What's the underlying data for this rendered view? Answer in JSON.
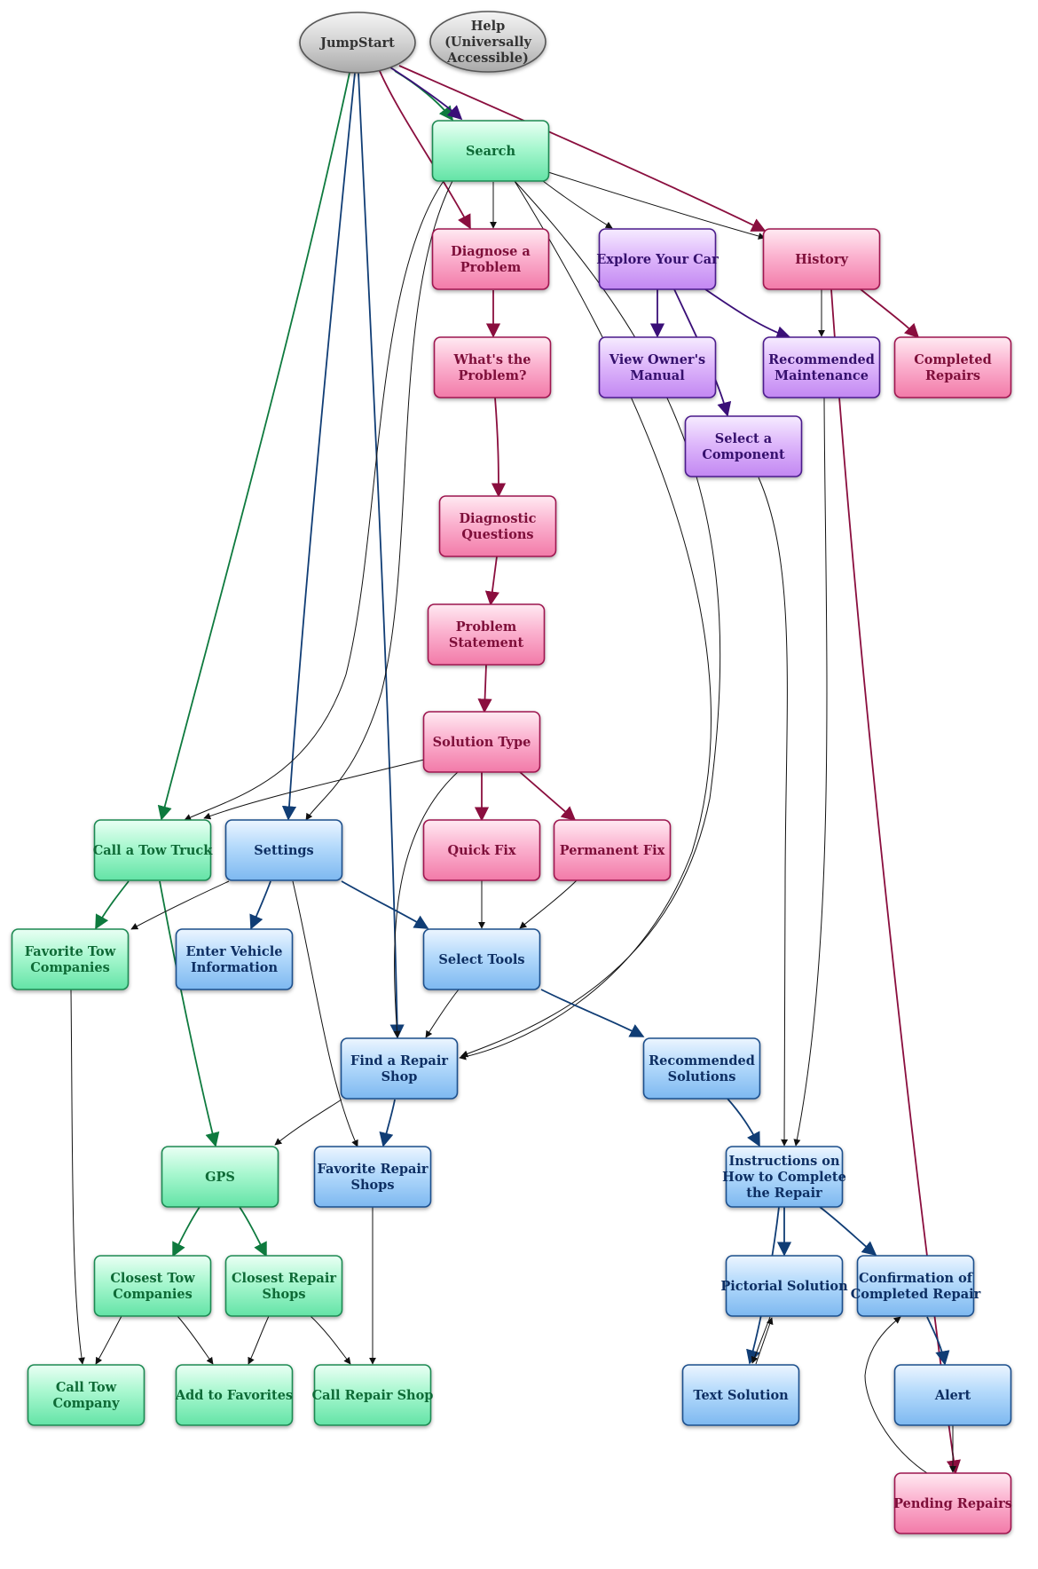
{
  "colors": {
    "green": "#0e7a3e",
    "blue": "#103d75",
    "magenta": "#8a0e3e",
    "purple": "#3a0f78",
    "black": "#111111"
  },
  "nodes": [
    {
      "id": "jumpstart",
      "lines": [
        "JumpStart"
      ],
      "style": "gray",
      "shape": "ellipse"
    },
    {
      "id": "help",
      "lines": [
        "Help",
        "(Universally",
        "Accessible)"
      ],
      "style": "gray",
      "shape": "ellipse"
    },
    {
      "id": "search",
      "lines": [
        "Search"
      ],
      "style": "green"
    },
    {
      "id": "diagnose",
      "lines": [
        "Diagnose a",
        "Problem"
      ],
      "style": "pink"
    },
    {
      "id": "explore",
      "lines": [
        "Explore Your Car"
      ],
      "style": "purple"
    },
    {
      "id": "history",
      "lines": [
        "History"
      ],
      "style": "pink"
    },
    {
      "id": "whats-problem",
      "lines": [
        "What's the",
        "Problem?"
      ],
      "style": "pink"
    },
    {
      "id": "owners-manual",
      "lines": [
        "View Owner's",
        "Manual"
      ],
      "style": "purple"
    },
    {
      "id": "recommended-maintenance",
      "lines": [
        "Recommended",
        "Maintenance"
      ],
      "style": "purple"
    },
    {
      "id": "completed-repairs",
      "lines": [
        "Completed",
        "Repairs"
      ],
      "style": "pink"
    },
    {
      "id": "select-component",
      "lines": [
        "Select a",
        "Component"
      ],
      "style": "purple"
    },
    {
      "id": "diagnostic-questions",
      "lines": [
        "Diagnostic",
        "Questions"
      ],
      "style": "pink"
    },
    {
      "id": "problem-statement",
      "lines": [
        "Problem",
        "Statement"
      ],
      "style": "pink"
    },
    {
      "id": "solution-type",
      "lines": [
        "Solution Type"
      ],
      "style": "pink"
    },
    {
      "id": "call-tow-truck",
      "lines": [
        "Call a Tow Truck"
      ],
      "style": "green"
    },
    {
      "id": "settings",
      "lines": [
        "Settings"
      ],
      "style": "blue"
    },
    {
      "id": "quick-fix",
      "lines": [
        "Quick Fix"
      ],
      "style": "pink"
    },
    {
      "id": "permanent-fix",
      "lines": [
        "Permanent Fix"
      ],
      "style": "pink"
    },
    {
      "id": "favorite-tow",
      "lines": [
        "Favorite Tow",
        "Companies"
      ],
      "style": "green"
    },
    {
      "id": "enter-vehicle",
      "lines": [
        "Enter Vehicle",
        "Information"
      ],
      "style": "blue"
    },
    {
      "id": "select-tools",
      "lines": [
        "Select Tools"
      ],
      "style": "blue"
    },
    {
      "id": "find-repair-shop",
      "lines": [
        "Find a Repair",
        "Shop"
      ],
      "style": "blue"
    },
    {
      "id": "recommended-solutions",
      "lines": [
        "Recommended",
        "Solutions"
      ],
      "style": "blue"
    },
    {
      "id": "gps",
      "lines": [
        "GPS"
      ],
      "style": "green"
    },
    {
      "id": "favorite-repair",
      "lines": [
        "Favorite Repair",
        "Shops"
      ],
      "style": "blue"
    },
    {
      "id": "instructions",
      "lines": [
        "Instructions on",
        "How to Complete",
        "the Repair"
      ],
      "style": "blue"
    },
    {
      "id": "closest-tow",
      "lines": [
        "Closest Tow",
        "Companies"
      ],
      "style": "green"
    },
    {
      "id": "closest-repair",
      "lines": [
        "Closest Repair",
        "Shops"
      ],
      "style": "green"
    },
    {
      "id": "pictorial",
      "lines": [
        "Pictorial Solution"
      ],
      "style": "blue"
    },
    {
      "id": "confirmation",
      "lines": [
        "Confirmation of",
        "Completed Repair"
      ],
      "style": "blue"
    },
    {
      "id": "call-tow-company",
      "lines": [
        "Call Tow",
        "Company"
      ],
      "style": "green"
    },
    {
      "id": "add-favorites",
      "lines": [
        "Add to Favorites"
      ],
      "style": "green"
    },
    {
      "id": "call-repair-shop",
      "lines": [
        "Call Repair Shop"
      ],
      "style": "green"
    },
    {
      "id": "text-solution",
      "lines": [
        "Text Solution"
      ],
      "style": "blue"
    },
    {
      "id": "alert",
      "lines": [
        "Alert"
      ],
      "style": "blue"
    },
    {
      "id": "pending-repairs",
      "lines": [
        "Pending Repairs"
      ],
      "style": "pink"
    }
  ],
  "edges": [
    {
      "from": "jumpstart",
      "to": "search",
      "color": "green"
    },
    {
      "from": "jumpstart",
      "to": "explore",
      "color": "purple"
    },
    {
      "from": "jumpstart",
      "to": "diagnose",
      "color": "magenta"
    },
    {
      "from": "jumpstart",
      "to": "history",
      "color": "magenta"
    },
    {
      "from": "jumpstart",
      "to": "call-tow-truck",
      "color": "green"
    },
    {
      "from": "jumpstart",
      "to": "settings",
      "color": "blue"
    },
    {
      "from": "jumpstart",
      "to": "find-repair-shop",
      "color": "blue"
    },
    {
      "from": "search",
      "to": "diagnose",
      "color": "black"
    },
    {
      "from": "search",
      "to": "explore",
      "color": "black"
    },
    {
      "from": "search",
      "to": "history",
      "color": "black"
    },
    {
      "from": "search",
      "to": "call-tow-truck",
      "color": "black"
    },
    {
      "from": "search",
      "to": "settings",
      "color": "black"
    },
    {
      "from": "search",
      "to": "find-repair-shop",
      "color": "black"
    },
    {
      "from": "search",
      "to": "find-repair-shop",
      "color": "black"
    },
    {
      "from": "diagnose",
      "to": "whats-problem",
      "color": "magenta"
    },
    {
      "from": "whats-problem",
      "to": "diagnostic-questions",
      "color": "magenta"
    },
    {
      "from": "diagnostic-questions",
      "to": "problem-statement",
      "color": "magenta"
    },
    {
      "from": "problem-statement",
      "to": "solution-type",
      "color": "magenta"
    },
    {
      "from": "solution-type",
      "to": "quick-fix",
      "color": "magenta"
    },
    {
      "from": "solution-type",
      "to": "permanent-fix",
      "color": "magenta"
    },
    {
      "from": "solution-type",
      "to": "call-tow-truck",
      "color": "black"
    },
    {
      "from": "solution-type",
      "to": "find-repair-shop",
      "color": "black"
    },
    {
      "from": "explore",
      "to": "owners-manual",
      "color": "purple"
    },
    {
      "from": "explore",
      "to": "select-component",
      "color": "purple"
    },
    {
      "from": "explore",
      "to": "recommended-maintenance",
      "color": "purple"
    },
    {
      "from": "history",
      "to": "recommended-maintenance",
      "color": "black"
    },
    {
      "from": "history",
      "to": "completed-repairs",
      "color": "magenta"
    },
    {
      "from": "history",
      "to": "pending-repairs",
      "color": "magenta"
    },
    {
      "from": "select-component",
      "to": "instructions",
      "color": "black"
    },
    {
      "from": "recommended-maintenance",
      "to": "instructions",
      "color": "black"
    },
    {
      "from": "call-tow-truck",
      "to": "favorite-tow",
      "color": "green"
    },
    {
      "from": "call-tow-truck",
      "to": "gps",
      "color": "green"
    },
    {
      "from": "settings",
      "to": "favorite-tow",
      "color": "black"
    },
    {
      "from": "settings",
      "to": "enter-vehicle",
      "color": "blue"
    },
    {
      "from": "settings",
      "to": "select-tools",
      "color": "blue"
    },
    {
      "from": "settings",
      "to": "favorite-repair",
      "color": "black"
    },
    {
      "from": "quick-fix",
      "to": "select-tools",
      "color": "black"
    },
    {
      "from": "permanent-fix",
      "to": "select-tools",
      "color": "black"
    },
    {
      "from": "select-tools",
      "to": "find-repair-shop",
      "color": "black"
    },
    {
      "from": "select-tools",
      "to": "recommended-solutions",
      "color": "blue"
    },
    {
      "from": "find-repair-shop",
      "to": "gps",
      "color": "black"
    },
    {
      "from": "find-repair-shop",
      "to": "favorite-repair",
      "color": "blue"
    },
    {
      "from": "recommended-solutions",
      "to": "instructions",
      "color": "blue"
    },
    {
      "from": "favorite-tow",
      "to": "call-tow-company",
      "color": "black"
    },
    {
      "from": "favorite-repair",
      "to": "call-repair-shop",
      "color": "black"
    },
    {
      "from": "gps",
      "to": "closest-tow",
      "color": "green"
    },
    {
      "from": "gps",
      "to": "closest-repair",
      "color": "green"
    },
    {
      "from": "closest-tow",
      "to": "call-tow-company",
      "color": "black"
    },
    {
      "from": "closest-tow",
      "to": "add-favorites",
      "color": "black"
    },
    {
      "from": "closest-repair",
      "to": "add-favorites",
      "color": "black"
    },
    {
      "from": "closest-repair",
      "to": "call-repair-shop",
      "color": "black"
    },
    {
      "from": "instructions",
      "to": "pictorial",
      "color": "blue"
    },
    {
      "from": "instructions",
      "to": "confirmation",
      "color": "blue"
    },
    {
      "from": "instructions",
      "to": "text-solution",
      "color": "blue"
    },
    {
      "from": "pictorial",
      "to": "text-solution",
      "color": "black"
    },
    {
      "from": "text-solution",
      "to": "pictorial",
      "color": "black"
    },
    {
      "from": "confirmation",
      "to": "alert",
      "color": "blue"
    },
    {
      "from": "alert",
      "to": "pending-repairs",
      "color": "black"
    },
    {
      "from": "pending-repairs",
      "to": "confirmation",
      "color": "black"
    }
  ]
}
